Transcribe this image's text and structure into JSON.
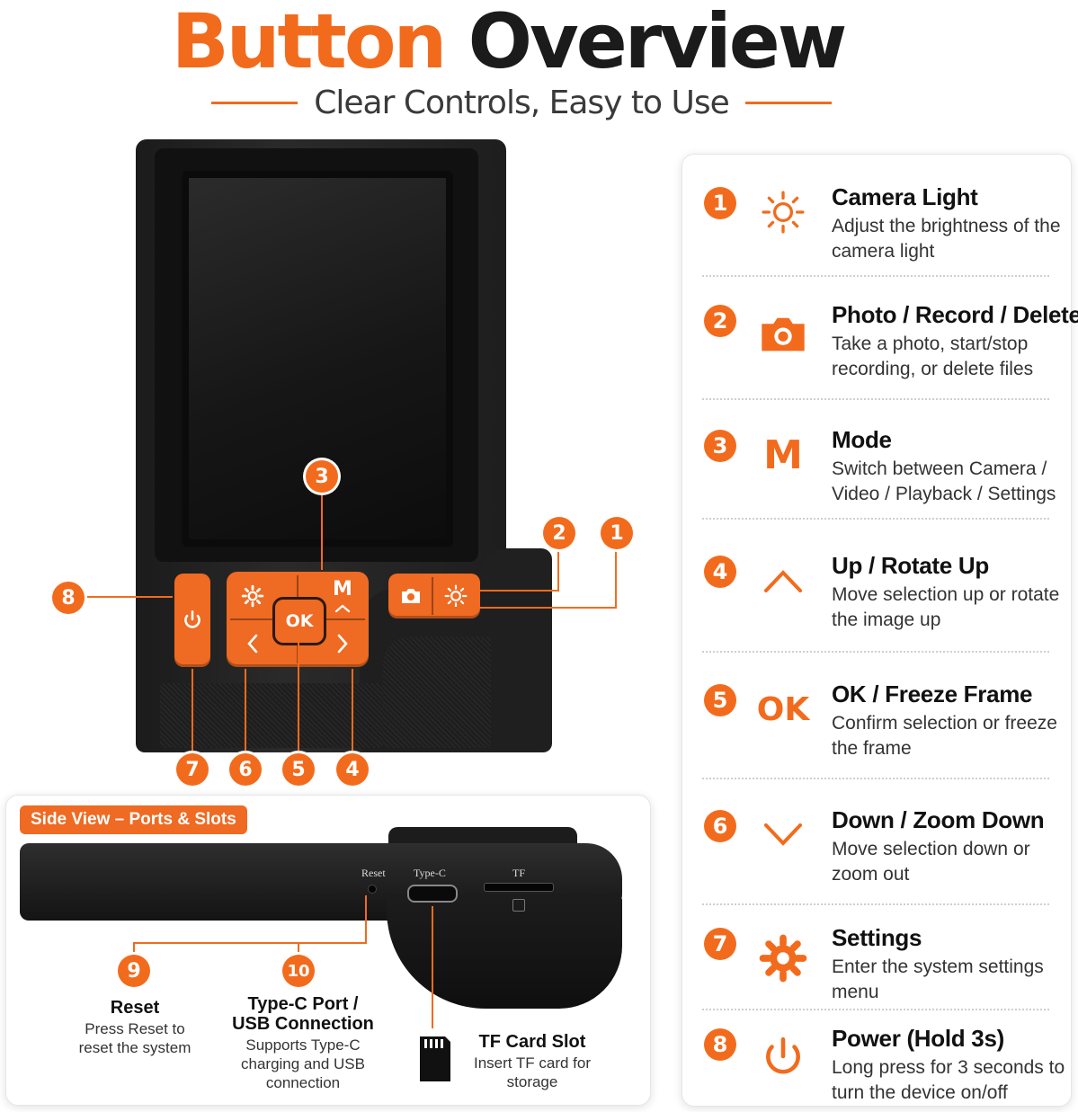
{
  "header": {
    "title_accent": "Button",
    "title_rest": "Overview",
    "subtitle": "Clear Controls, Easy to Use"
  },
  "device_buttons": {
    "ok_label": "OK",
    "mode_label": "M"
  },
  "callouts": [
    "1",
    "2",
    "3",
    "4",
    "5",
    "6",
    "7",
    "8",
    "9",
    "10"
  ],
  "features": [
    {
      "num": "1",
      "icon": "sun-icon",
      "name": "Camera Light",
      "desc": "Adjust the brightness of the camera light"
    },
    {
      "num": "2",
      "icon": "camera-icon",
      "name": "Photo / Record / Delete",
      "desc": "Take a photo, start/stop recording, or delete files"
    },
    {
      "num": "3",
      "icon": "mode-m-icon",
      "icon_text": "M",
      "name": "Mode",
      "desc": "Switch between Camera / Video / Playback / Settings"
    },
    {
      "num": "4",
      "icon": "chevron-up-icon",
      "name": "Up / Rotate Up",
      "desc": "Move selection up or rotate the image up"
    },
    {
      "num": "5",
      "icon": "ok-icon",
      "icon_text": "OK",
      "name": "OK / Freeze Frame",
      "desc": "Confirm selection or freeze the frame"
    },
    {
      "num": "6",
      "icon": "chevron-down-icon",
      "name": "Down / Zoom Down",
      "desc": "Move selection down or zoom out"
    },
    {
      "num": "7",
      "icon": "gear-icon",
      "name": "Settings",
      "desc": "Enter the system settings menu"
    },
    {
      "num": "8",
      "icon": "power-icon",
      "name": "Power (Hold 3s)",
      "desc": "Long press for 3 seconds to turn the device on/off"
    }
  ],
  "side_view": {
    "tag": "Side View – Ports & Slots",
    "port_labels": {
      "reset": "Reset",
      "typec": "Type-C",
      "tf": "TF"
    },
    "items": [
      {
        "num": "9",
        "title": "Reset",
        "desc": "Press Reset to reset the system"
      },
      {
        "num": "10",
        "title": "Type-C Port / USB Connection",
        "desc": "Supports Type-C charging and USB connection"
      },
      {
        "title": "TF Card Slot",
        "desc": "Insert TF card for storage"
      }
    ]
  },
  "colors": {
    "accent": "#f26b1d",
    "dark": "#1b1b1b"
  }
}
